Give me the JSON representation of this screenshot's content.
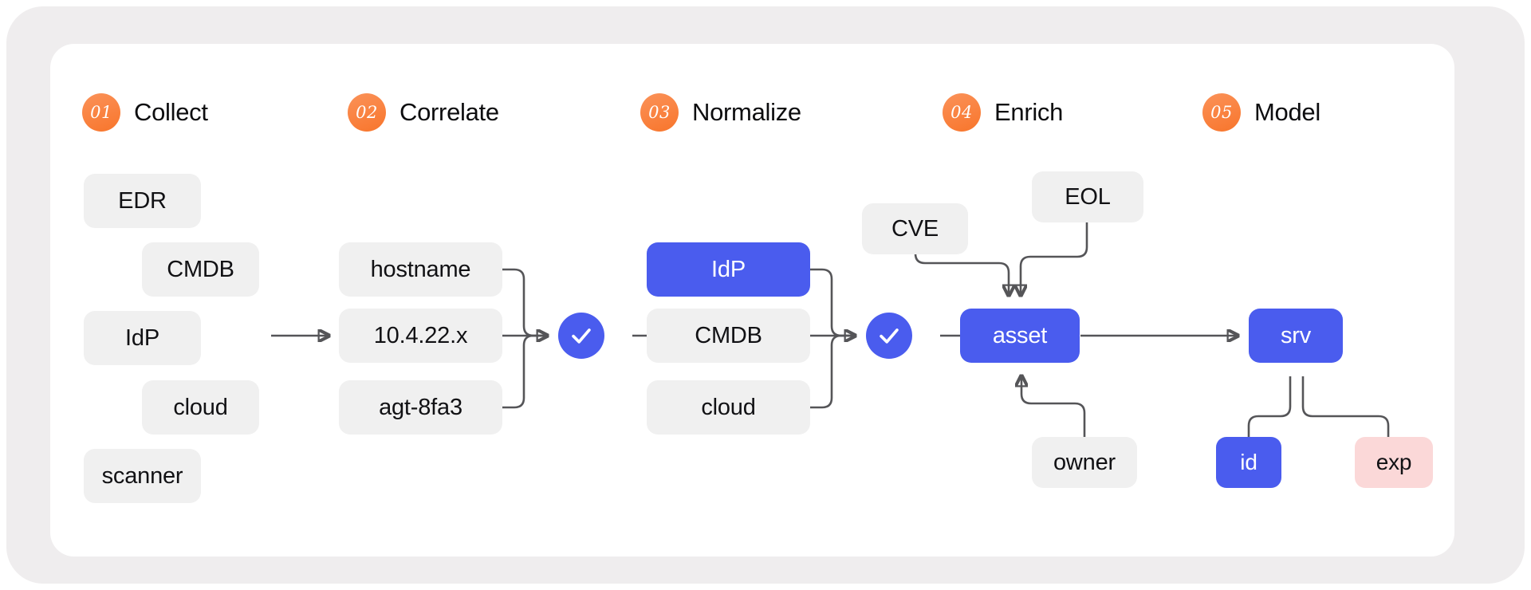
{
  "frame": {
    "outer_color": "#efedee",
    "card_color": "#ffffff"
  },
  "theme": {
    "accent_orange_top": "#fb9259",
    "accent_orange_bottom": "#f8752b",
    "accent_blue": "#4a5cee",
    "chip_gray": "#f0f0f0",
    "chip_pink": "#fbd8d8",
    "connector_gray": "#555558",
    "text_dark": "#111114"
  },
  "steps": [
    {
      "num": "01",
      "label": "Collect"
    },
    {
      "num": "02",
      "label": "Correlate"
    },
    {
      "num": "03",
      "label": "Normalize"
    },
    {
      "num": "04",
      "label": "Enrich"
    },
    {
      "num": "05",
      "label": "Model"
    }
  ],
  "columns": {
    "collect": {
      "nodes": [
        {
          "label": "EDR",
          "style": "gray"
        },
        {
          "label": "CMDB",
          "style": "gray"
        },
        {
          "label": "IdP",
          "style": "gray"
        },
        {
          "label": "cloud",
          "style": "gray"
        },
        {
          "label": "scanner",
          "style": "gray"
        }
      ]
    },
    "correlate": {
      "nodes": [
        {
          "label": "hostname",
          "style": "gray"
        },
        {
          "label": "10.4.22.x",
          "style": "gray"
        },
        {
          "label": "agt-8fa3",
          "style": "gray"
        }
      ],
      "gate": "check-gate-1"
    },
    "normalize": {
      "nodes": [
        {
          "label": "IdP",
          "style": "blue"
        },
        {
          "label": "CMDB",
          "style": "gray"
        },
        {
          "label": "cloud",
          "style": "gray"
        }
      ],
      "gate": "check-gate-2"
    },
    "enrich": {
      "nodes": [
        {
          "label": "CVE",
          "style": "gray"
        },
        {
          "label": "EOL",
          "style": "gray"
        },
        {
          "label": "asset",
          "style": "blue"
        },
        {
          "label": "owner",
          "style": "gray"
        }
      ]
    },
    "model": {
      "nodes": [
        {
          "label": "srv",
          "style": "blue"
        },
        {
          "label": "id",
          "style": "blue"
        },
        {
          "label": "exp",
          "style": "pink"
        }
      ]
    }
  }
}
